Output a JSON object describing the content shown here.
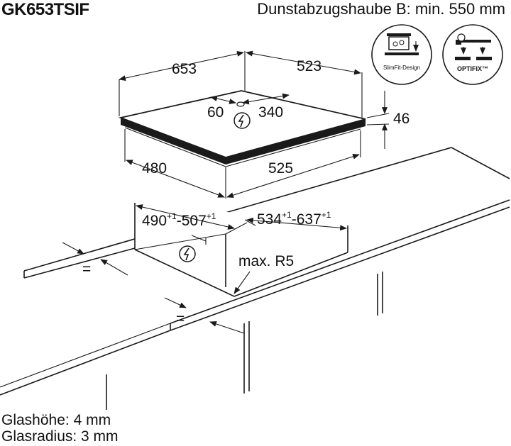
{
  "header": {
    "model": "GK653TSIF",
    "hood_note": "Dunstabzugshaube B: min. 550 mm"
  },
  "hob_dimensions": {
    "width_front": "653",
    "depth_side": "523",
    "connection_offset": "60",
    "connection_depth": "340",
    "height": "46",
    "inner_width": "480",
    "inner_depth": "525"
  },
  "cutout": {
    "width": "490",
    "width_tol": "+1",
    "width_max": "-507",
    "width_max_tol": "+1",
    "depth": "534",
    "depth_tol": "+1",
    "depth_max": "-637",
    "depth_max_tol": "+1",
    "radius": "max. R5",
    "equal_sign": "="
  },
  "badges": {
    "slimfit_label": "SlimFit-Design",
    "optifix_label": "OPTIFIX™"
  },
  "footer": {
    "glass_height": "Glashöhe: 4 mm",
    "glass_radius": "Glasradius: 3 mm"
  }
}
